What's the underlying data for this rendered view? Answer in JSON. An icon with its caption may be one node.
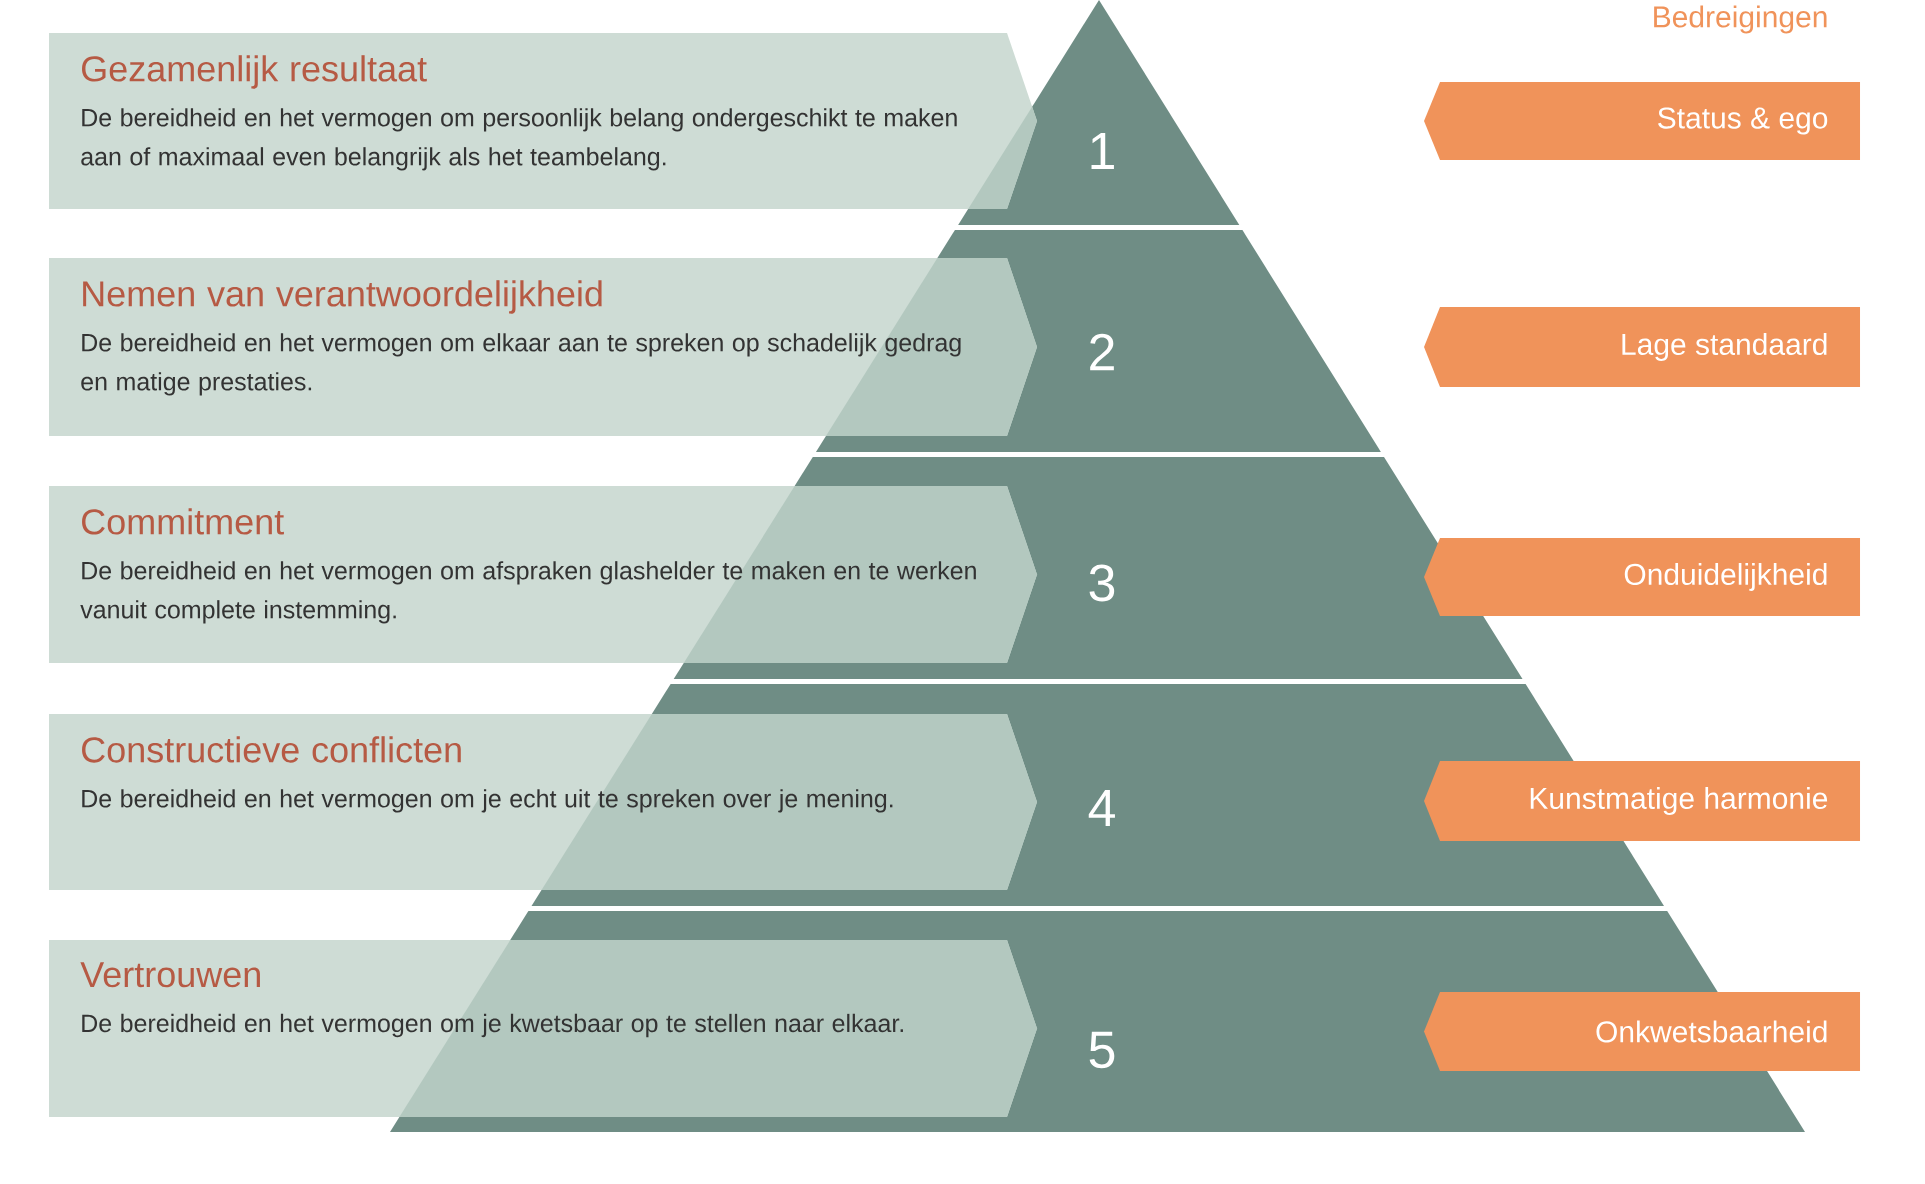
{
  "diagram": {
    "nodes": [
      {
        "text": [
          "Gezamenlijk resultaat",
          "De bereidheid en het vermogen om persoonlijk belang ondergeschikt te maken aan of maximaal even belangrijk als het teambelang."
        ]
      },
      {
        "text": [
          "Nemen van verantwoordelijkheid",
          "De bereidheid en het vermogen om elkaar aan te spreken op schadelijk gedrag en matige prestaties."
        ]
      },
      {
        "text": [
          "Commitment",
          "De bereidheid en het vermogen om afspraken glashelder te maken en te werken vanuit complete instemming."
        ]
      },
      {
        "text": [
          "Constructieve conflicten",
          "De bereidheid en het vermogen om je echt uit te spreken over je mening."
        ]
      },
      {
        "text": [
          "Vertrouwen",
          "De bereidheid en het vermogen om je kwetsbaar op te stellen naar elkaar."
        ]
      },
      {
        "text": [
          "1"
        ]
      },
      {
        "text": [
          "2"
        ]
      },
      {
        "text": [
          "3"
        ]
      },
      {
        "text": [
          "4"
        ]
      },
      {
        "text": [
          "5"
        ]
      },
      {
        "text": [
          "Status & ego"
        ]
      },
      {
        "text": [
          "Lage standaard"
        ]
      },
      {
        "text": [
          "Onduidelijkheid"
        ]
      },
      {
        "text": [
          "Kunstmatige harmonie"
        ]
      },
      {
        "text": [
          "Onkwetsbaarheid"
        ]
      }
    ],
    "labels": [
      "Bedreigingen"
    ]
  }
}
